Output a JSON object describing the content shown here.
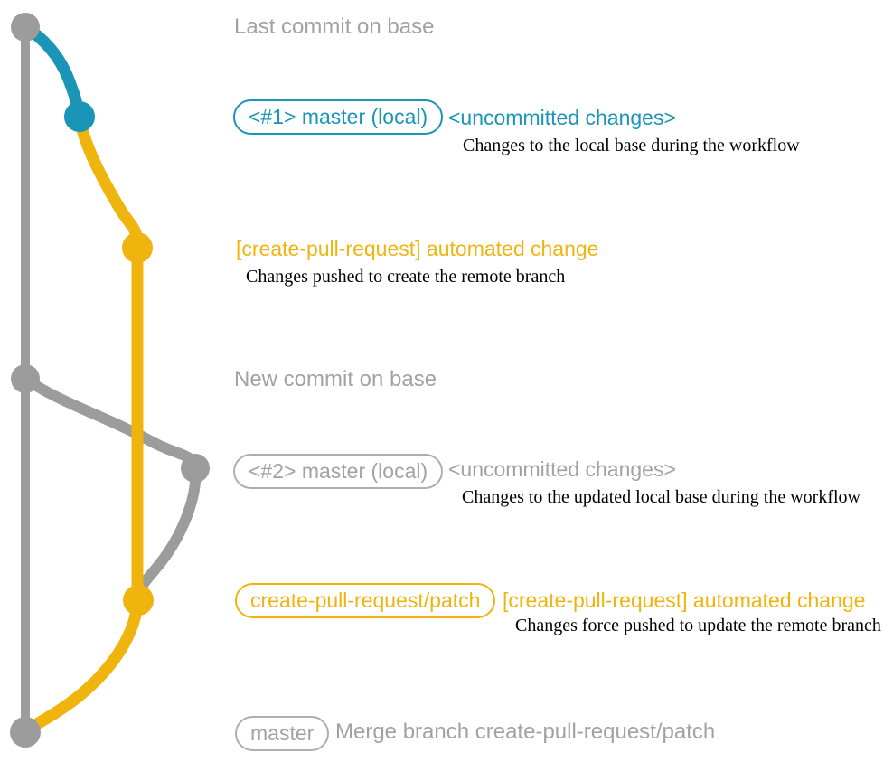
{
  "colors": {
    "gray": "#9c9c9c",
    "gray-text": "#a2a2a2",
    "gray-border": "#aeaeae",
    "blue": "#1b95b7",
    "yellow": "#f0b40f",
    "desc-text": "#000000"
  },
  "graph": {
    "type": "git-commit-graph",
    "branches": [
      {
        "key": "base",
        "color": "#9c9c9c"
      },
      {
        "key": "local-master",
        "color": "#1b95b7"
      },
      {
        "key": "create-pull-request-patch",
        "color": "#f0b40f"
      }
    ],
    "commits": [
      {
        "color": "gray",
        "annotation": "Last commit on base"
      },
      {
        "color": "blue",
        "annotation": "<#1> master (local)"
      },
      {
        "color": "yellow",
        "annotation": "[create-pull-request] automated change"
      },
      {
        "color": "gray",
        "annotation": "New commit on base"
      },
      {
        "color": "gray",
        "annotation": "<#2> master (local)"
      },
      {
        "color": "yellow",
        "annotation": "create-pull-request/patch"
      },
      {
        "color": "gray",
        "annotation": "Merge branch create-pull-request/patch"
      }
    ]
  },
  "rows": {
    "r1": {
      "label": "Last commit on base"
    },
    "r2": {
      "pill": "<#1> master (local)",
      "note": "<uncommitted changes>",
      "desc": "Changes to the local base during the workflow"
    },
    "r3": {
      "note": "[create-pull-request] automated change",
      "desc": "Changes pushed to create the remote branch"
    },
    "r4": {
      "label": "New commit on base"
    },
    "r5": {
      "pill": "<#2> master (local)",
      "note": "<uncommitted changes>",
      "desc": "Changes to the updated local base during the workflow"
    },
    "r6": {
      "pill": "create-pull-request/patch",
      "note": "[create-pull-request] automated change",
      "desc": "Changes force pushed to update the remote branch"
    },
    "r7": {
      "pill": "master",
      "label": "Merge branch create-pull-request/patch"
    }
  }
}
